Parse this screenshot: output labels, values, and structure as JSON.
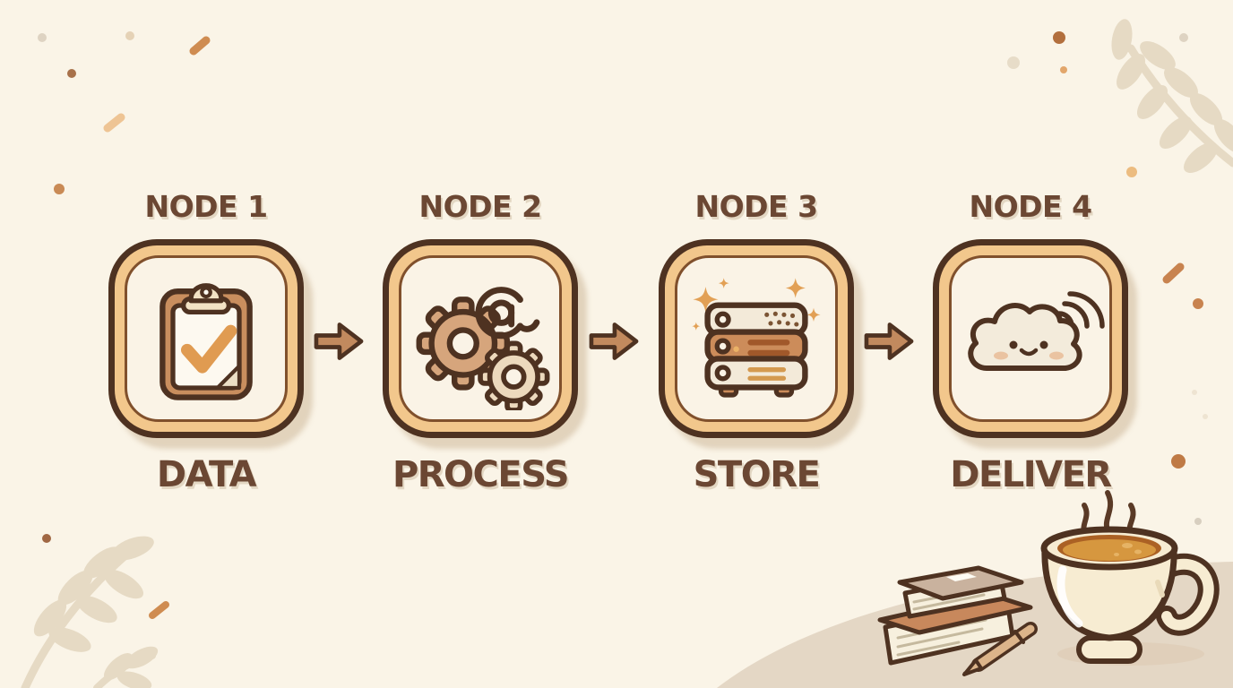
{
  "diagram": {
    "nodes": [
      {
        "title": "NODE 1",
        "label": "DATA",
        "icon": "clipboard-check-icon"
      },
      {
        "title": "NODE 2",
        "label": "PROCESS",
        "icon": "gears-at-icon",
        "at_symbol": "@"
      },
      {
        "title": "NODE 3",
        "label": "STORE",
        "icon": "server-stack-icon"
      },
      {
        "title": "NODE 4",
        "label": "DELIVER",
        "icon": "cloud-wireless-icon"
      }
    ],
    "connectors": [
      {
        "icon": "arrow-right-icon"
      },
      {
        "icon": "arrow-right-icon"
      },
      {
        "icon": "arrow-right-icon"
      }
    ]
  },
  "decor": {
    "items": [
      "leaf-branch-top-right",
      "leaf-branch-bottom-left",
      "scatter-dots",
      "sparkles",
      "table-surface",
      "book-stack",
      "pen",
      "coffee-cup",
      "steam"
    ]
  },
  "theme": {
    "bg": "#FAF4E7",
    "outline": "#4E3221",
    "band": "#F2C78C",
    "inner_bg": "#FAF3E6",
    "inner_ring": "#80502C",
    "arrow_fill": "#C28A5E",
    "text_color": "#6B4733",
    "table": "#E4D7C5",
    "leaf": "#E6DAC4",
    "cream": "#F7ECD2",
    "accent_orange": "#E09B51",
    "server_tan": "#CC8C5A",
    "gear_tan": "#D6A57C"
  }
}
